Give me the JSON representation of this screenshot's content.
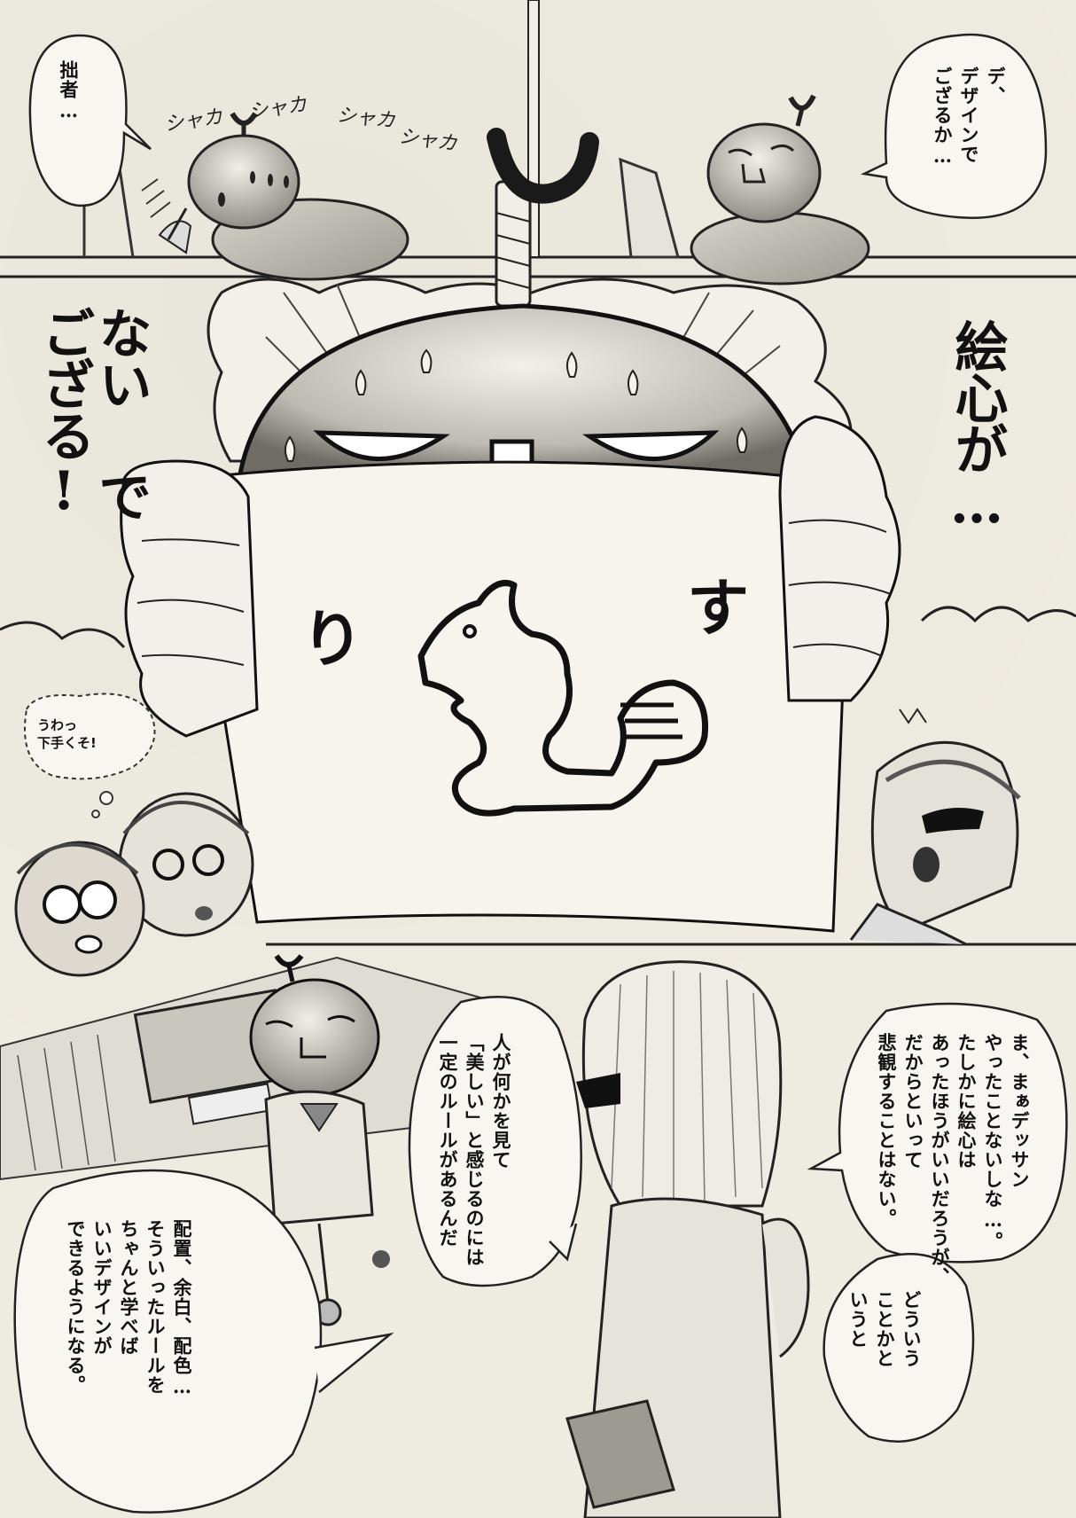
{
  "panel1": {
    "bubble_left": "拙者…",
    "sfx": [
      "シャカ",
      "シャカ",
      "シャカ",
      "シャカ"
    ]
  },
  "panel2": {
    "bubble_right": "デ、\nデザインで\nござるか…"
  },
  "panel3": {
    "shout_left": "ない で\nござる!",
    "shout_right": "絵心が…",
    "sign_left": "り",
    "sign_right": "す",
    "whisper": "うわっ\n下手くそ!"
  },
  "panel4": {
    "bubble_right": "ま、まぁデッサン\nやったことないしな…。\nたしかに絵心は\nあったほうがいいだろうが、\nだからといって\n悲観することはない。",
    "bubble_right_small": "どういう\nことかと\nいうと",
    "bubble_center": "人が何かを見て\n「美しい」と感じるのには\n一定のルールがあるんだ",
    "bubble_left": "配置、余白、配色…\nそういったルールを\nちゃんと学べば\nいいデザインが\nできるようになる。"
  }
}
